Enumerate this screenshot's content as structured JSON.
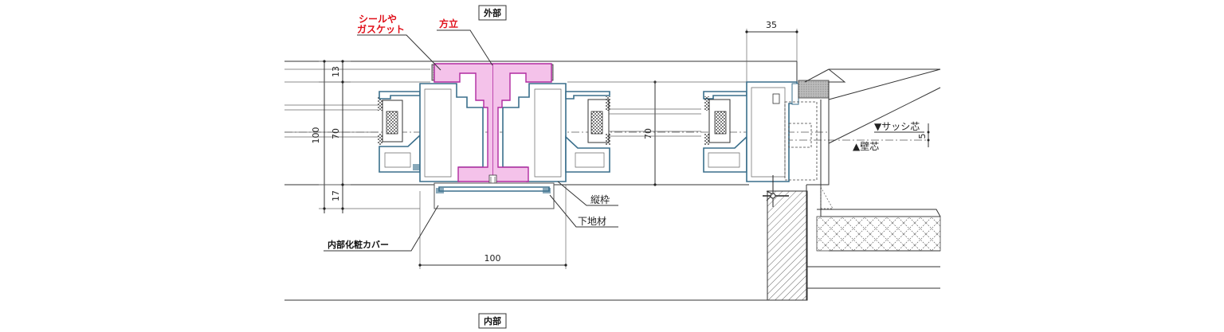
{
  "labels": {
    "exterior": "外部",
    "interior": "内部",
    "seal_line1": "シールや",
    "seal_line2": "ガスケット",
    "mullion": "方立",
    "vertical_frame": "縦枠",
    "substrate": "下地材",
    "interior_cover": "内部化粧カバー",
    "sash_center": "▼サッシ芯",
    "wall_center": "▲壁芯"
  },
  "dimensions": {
    "d35": "35",
    "d13": "13",
    "d100_v": "100",
    "d70_left": "70",
    "d70_mid": "70",
    "d17": "17",
    "d100_h": "100",
    "d5": "5"
  },
  "colors": {
    "highlight_label": "#e0101a",
    "mullion_fill": "#f4c2ea",
    "mullion_stroke": "#b02aa0",
    "seal_fill": "#c8c8c8",
    "profile_stroke": "#3a6f8c"
  }
}
